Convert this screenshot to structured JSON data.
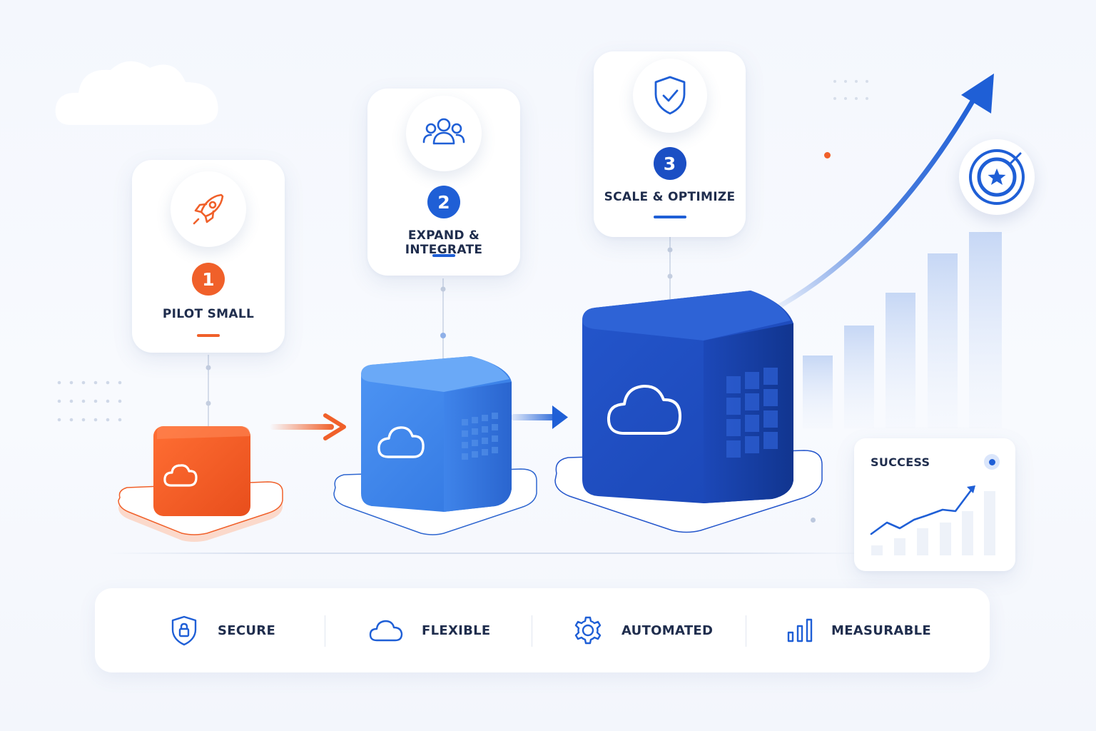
{
  "steps": [
    {
      "number": "1",
      "label": "PILOT SMALL",
      "icon": "rocket-icon",
      "color": "#f0602a"
    },
    {
      "number": "2",
      "label": "EXPAND & INTEGRATE",
      "icon": "users-icon",
      "color": "#1f5fd6"
    },
    {
      "number": "3",
      "label": "SCALE & OPTIMIZE",
      "icon": "shield-check-icon",
      "color": "#1b4fc4"
    }
  ],
  "success_card": {
    "label": "SUCCESS"
  },
  "benefits": [
    {
      "label": "SECURE",
      "icon": "shield-lock-icon"
    },
    {
      "label": "FLEXIBLE",
      "icon": "cloud-icon"
    },
    {
      "label": "AUTOMATED",
      "icon": "gear-icon"
    },
    {
      "label": "MEASURABLE",
      "icon": "bar-chart-icon"
    }
  ],
  "colors": {
    "orange": "#f0602a",
    "blue_light": "#3d86ee",
    "blue_dark": "#1a47b8",
    "accent": "#1f5fd6"
  }
}
